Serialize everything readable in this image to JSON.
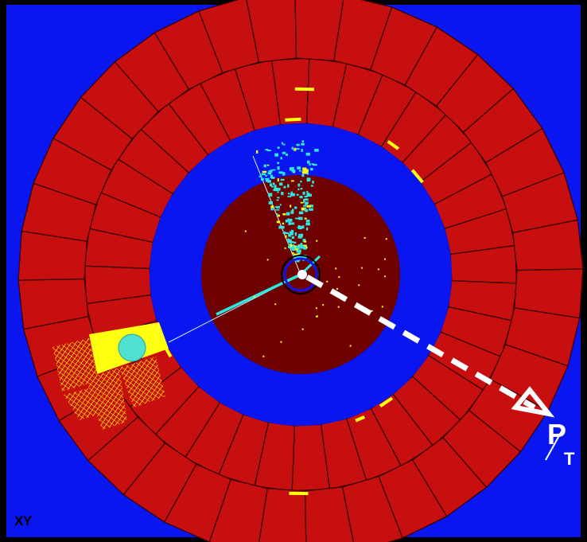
{
  "view_label": "XY",
  "missing_pt_label": "P",
  "missing_pt_subscript": "T",
  "colors": {
    "background": "#0a16f0",
    "frame": "#000000",
    "calorimeter": "#c80f0f",
    "calorimeter_border": "#3a0000",
    "tracker": "#6e0000",
    "track_hits": "#2ee6e0",
    "energy_deposit": "#ffff10",
    "missing_pt_arrow": "#ffffff"
  },
  "icons": [
    "dashed-arrow-icon"
  ]
}
